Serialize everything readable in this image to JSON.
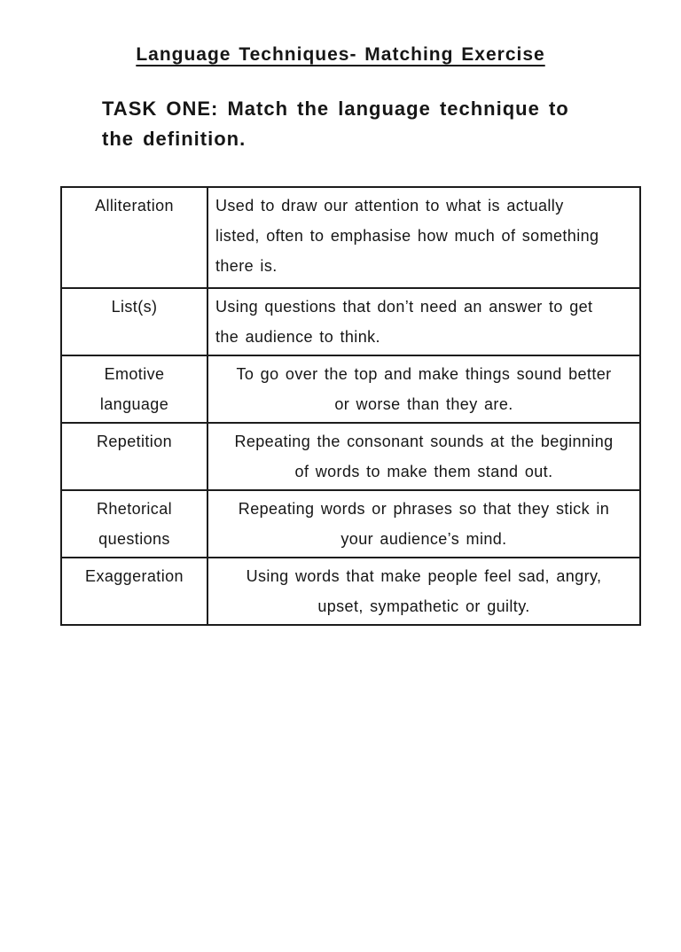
{
  "page": {
    "background_color": "#ffffff",
    "text_color": "#161616",
    "border_color": "#1c1c1c"
  },
  "header": {
    "title": "Language Techniques- Matching Exercise"
  },
  "task": {
    "heading_lines": [
      "TASK ONE: Match the language technique to",
      "the definition."
    ]
  },
  "table": {
    "rows": [
      {
        "technique": "Alliteration",
        "definition_lines": [
          "Used to draw our attention to what is actually",
          "listed, often to emphasise how much of something",
          "there is."
        ]
      },
      {
        "technique": "List(s)",
        "definition_lines": [
          "Using questions that don’t need an answer to get",
          "the audience to think."
        ]
      },
      {
        "technique": [
          "Emotive",
          "language"
        ],
        "definition_lines": [
          "To go over the top and make things sound better",
          "or worse than they are."
        ]
      },
      {
        "technique": "Repetition",
        "definition_lines": [
          "Repeating the consonant sounds at the beginning",
          "of words to make them stand out."
        ]
      },
      {
        "technique": [
          "Rhetorical",
          "questions"
        ],
        "definition_lines": [
          "Repeating words or phrases so that they stick in",
          "your audience’s mind."
        ]
      },
      {
        "technique": "Exaggeration",
        "definition_lines": [
          "Using words that make people feel sad, angry,",
          "upset, sympathetic or guilty."
        ]
      }
    ]
  }
}
